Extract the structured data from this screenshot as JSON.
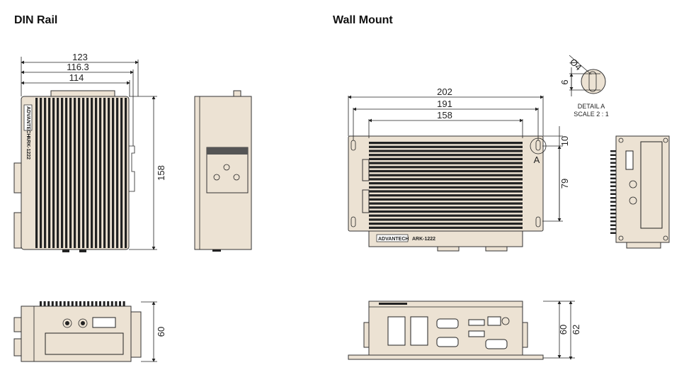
{
  "titles": {
    "din_rail": "DIN Rail",
    "wall_mount": "Wall Mount"
  },
  "din_rail": {
    "dims": {
      "width_overall": "123",
      "width_rail": "116.3",
      "width_body": "114",
      "height": "158",
      "depth": "60"
    }
  },
  "wall_mount": {
    "dims": {
      "plate_width": "202",
      "hole_pitch": "191",
      "body_width": "158",
      "hole_offset": "10",
      "hole_pitch_vertical": "79",
      "body_height": "60",
      "overall_height": "62"
    },
    "detail_marker": "A",
    "detail": {
      "diameter": "Ø4",
      "slot_length": "6",
      "title": "DETAIL A",
      "scale": "SCALE 2 : 1"
    }
  },
  "branding": {
    "logo": "ADVANTECH",
    "model": "ARK-1222"
  },
  "colors": {
    "body": "#ece2d3",
    "line": "#222222"
  }
}
